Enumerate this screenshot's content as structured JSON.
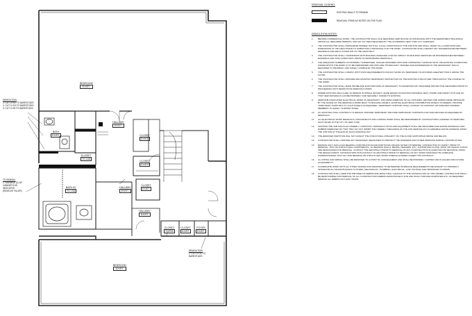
{
  "legend": {
    "title": "REMOVAL LEGEND:",
    "items": [
      {
        "style": "open",
        "label": "EXISTING WALLS TO REMAIN"
      },
      {
        "style": "solid",
        "label": "REMOVAL ITEMS AS NOTED ON THE PLAN"
      }
    ]
  },
  "notes_title": "DEMOLITION NOTES:",
  "notes": [
    {
      "num": "1.",
      "text": "BEFORE COMMENCING WORK, THE CONTRACTOR SHALL FILE REQUIRED CERTIFICATE OF INSURANCE WITH THE DEPARTMENT BUILDINGS, OBTAIN ALL REQUIRED PERMITS, AND PAY ALL FEES REQUIRED BY THE GOVERNING NEW YORK CITY AGENCIES."
    },
    {
      "num": "2.",
      "text": "THE CONTRACTOR SHALL FAMILIARIZE HIMSELF WITH ALL LOCAL CONDITIONS AT THE JOB SITE AND SHALL VERIFY ALL CONDITIONS AND DIMENSIONS IN THE FIELD PRIOR TO SUBMITTING A PROPOSAL FOR THE WORK. CONTRACTOR SHALL REPORT ANY DISCREPANCIES BETWEEN DRAWINGS AND FIELD CONDITION TO THE ARCHITECT."
    },
    {
      "num": "3.",
      "text": "THE CONTRACTOR SHALL COORDINATE WITH BUILDING MANAGER, FOR ANY IMPACT ON BUILDING SERVICES OR DISCREPANCIES BETWEEN DRAWINGS AND SITE CONDITIONS, PRIOR TO PERFORMING REMOVALS."
    },
    {
      "num": "4.",
      "text": "USE ADEQUATE NUMBERS OF PROPERLY SUPERVISED, SKILLED WORKMEN WHO ARE COMPLETELY FAMILIAR WITH THE EXISTING CONDITIONS UNDER WHICH THE WORK IS TO BE PERFORMED AND WHO ARE THOROUGHLY TRAINED AND EXPERIENCED IN THE NECESSARY SKILLS REQUIRED TO PROPERLY AND SAFELY COMPLETE THIS WORK."
    },
    {
      "num": "5.",
      "text": "THE CONTRACTOR SHALL COMPLY WITH OSHA REQUIREMENTS FOR ANY WORK ON TEMPORARY PLATFORMS GREATER THAN 6' ABOVE THE FLOOR."
    },
    {
      "num": "6.",
      "text": "THE CONTRACTOR SHALL PROVIDE AND MAINTAIN TEMPORARY PROTECTION OF THE EXISTING STRUCTURE THROUGHOUT THE COURSE OF THE WORK."
    },
    {
      "num": "7.",
      "text": "THE CONTRACTOR SHALL MAKE PROBE AND EXPLORATIONS AS NECESSARY TO ASCERTAIN ANY REQUIRED PROTECTIVE MEASURES PRIOR TO PROCEEDING WITH DEMOLITION/ REMOVALS WORK."
    },
    {
      "num": "8.",
      "text": "WHERE EXISTING WALLS ARE TO REMAIN IN WHOLE OR PART, LEAVE EDGES OF EXISTING MATERIAL NEAT, SHARP, AND FIRMLY IN PLACE SO THAT NEW MATERIALS CAN BE PROPERLY AND SECURELY JOINED TO EXISTING."
    },
    {
      "num": "9.",
      "text": "PERFORM ASSOCIATED ELECTRICAL WORK AS NECESSARY, INCLUDING REMOVAL OF ALL FIXTURES, DEVICES AND WIRING MADE OBSOLETE BY THE SCOPE OF THE REMOVALS WORK BACK TO BUILDING PANELS. EXISTING ELECTRICAL DISTRIBUTION PANELS TO REMAIN. PROVIDE TEMPORARY SUPPORTS TO SUCH PANELS AS REQUIRED. TEMPORARY SUPPORT SHALL CONSIST OF UNISTRUT OR KINDORFF FRAMING MEMBERS TO SAFELY SUPPORT PANEL."
    },
    {
      "num": "10.",
      "text": "ALL EXISTING HVAC CONTROLS TO REMAIN. PROVIDE TEMPORARY PROVIDE TEMPORARY SUPPORTS FOR SAID DEVICES AS REQUIRED BY REMOVALS."
    },
    {
      "num": "11.",
      "text": "ALL ELECTRICAL WORK REMOVALS, DISCONNECTS AND CAPPING WORK SHALL BE PERFORMED BY CONTRACTORS LICENSED TO PERFORM SUCH WORK IN THE CITY OF NEW YORK."
    },
    {
      "num": "12.",
      "text": "MAINTAIN THE JOB SITE IN AN ORDERLY CONDITION. MATERIALS TOOLS AND EQUIPMENT SHALL BE ORGANIZED AND WASTE MATERIALS AND RUBBISH REMOVED SO THAT THEY DO NOT INHIBIT THE ORDERLY PROGRESS OF THE JOB. REMOVE ANY FLAMMABLE WASTE MATERIAL FROM THE JOB SITE AT THE END OF EACH WORKING DAY."
    },
    {
      "num": "13.",
      "text": "THE REMOVED PARTITION WILL NOT AFFECT THE STRUCTURAL INTEGRITY OF THE FLOOR SUPPORTED ABOVE AND BELOW."
    },
    {
      "num": "14.",
      "text": "CONTRACTOR SHALL PROVIDE ANY NECESSARY MEASURES TO PROTECT THE WORKERS AND OTHER PERSONS DURING CONSTRUCTION."
    },
    {
      "num": "15.",
      "text": "REMOVE ONLY NON-LOAD BEARING CONSTRUCTION AND PARTITIONS UNLESS NOTED OTHERWISE. CONTRACTOR TO VERIFY, PRIOR TO REMOVAL, THAT NO STRUCTURAL COMPONENTS, I.E. BEARING WALLS, BEAMS, HEADERS, ETC. SUPPORTING FLOOR, ROOF OR CEILING JOISTS ARE DESIGNATED FOR REMOVAL. CONTACT THE ARCHITECT PRIOR TO REMOVAL OF ANY CONSTRUCTION IN QUESTION OR DEVIATING FROM THE DESIGN INTENT. CONTRACTORS NON-CONTACT OF ARCHITECT PRIOR TO REMOVAL OF ANY WORK INDICATES HIS COMPLETE UNDERSTANDING THAT NO LOAD BEARING OR STRUCTURAL WORK IS BEING ALTERED UNDER THIS CONTRACT."
    },
    {
      "num": "16.",
      "text": "ALL PIPING AND WIRING SHALL BE REMOVED TO A POINT OF CONCEALMENT AND SHALL BE PROPERLY CAPPED AND PLUGGED FOR FUTURE ACCESSIBILITY."
    },
    {
      "num": "17.",
      "text": "COORDINATE WORK WITH ALL OTHER TRADES AND DRAWINGS TO DETERMINE INTERFACE REQUIREMENTS NECESSARY TO PROPERLY INTEGRATE ALL MAJOR BUILDING SYSTEMS, MECHANICAL, PLUMBING, ELECTRICAL, LOW VOLTAGE, AND SPRINKLER SYSTEMS."
    },
    {
      "num": "18.",
      "text": "CONTRACTOR SHALL KEEP THE JOB FREE OF DEBRIS AND MAKE FINAL CLEANUP TO THE SATISFACTION OF THE OWNER. CONTRACTOR SHALL BE RESPONSIBLE FOR REMOVAL OF ALL CONSTRUCTION DEBRIS FROM PROJECT SITE AND SHALL PROVIDE DUMPSTER ETC. AS REQUIRED. REMOVE ALL DEBRIS ON A DAILY BASIS."
    }
  ],
  "rooms": {
    "bedroom_top": {
      "name": "BEDROOM",
      "tag": "EXIST."
    },
    "bath_top": {
      "name": "BATH",
      "tag": "EXIST."
    },
    "closet_1": {
      "name": "CLOSET",
      "tag": "TO 108"
    },
    "hallway_1": {
      "name": "HALLWAY",
      "tag": "EXIST."
    },
    "closet_2": {
      "name": "CLOSET",
      "tag": "EXIST."
    },
    "closet_3": {
      "name": "CLOSET",
      "tag": "EXIST."
    },
    "bath_mid": {
      "name": "BATH 02",
      "tag": "TO 108"
    },
    "hallway_2": {
      "name": "HALLWAY",
      "tag": "EXIST."
    },
    "closet_4": {
      "name": "CLOSET",
      "tag": "EXIST."
    },
    "hallway_3": {
      "name": "HALLWAY",
      "tag": "EXIST."
    },
    "closet_5": {
      "name": "CLOSET",
      "tag": "TO 109"
    },
    "closet_6": {
      "name": "CLOSET",
      "tag": "EXIST."
    },
    "foyer": {
      "name": "FOYER",
      "tag": "EXIST."
    },
    "bedroom_bottom": {
      "name": "BEDROOM",
      "tag": "EXIST."
    }
  },
  "callouts": {
    "demo_top": {
      "title": "DEMOLITION",
      "lines": [
        "1.  CUT 2/ /02 TO BARESTUDS",
        "2.  CUT 2/ /03 TO BARESTUDS",
        "3.  CUT 2/ 08 TO BARESTUDS"
      ]
    },
    "remain": {
      "title": "TO REMAIN:",
      "lines": [
        "1.  SALVAGE (2) 18\"",
        "CABINETS AS",
        "INDICATED.",
        "(REMOVE FILLER)"
      ]
    },
    "demo_bottom": {
      "title": "DEMOLITION",
      "lines": [
        "1.  CUT 2/ /12 TO",
        "BARESTUDS"
      ]
    }
  }
}
